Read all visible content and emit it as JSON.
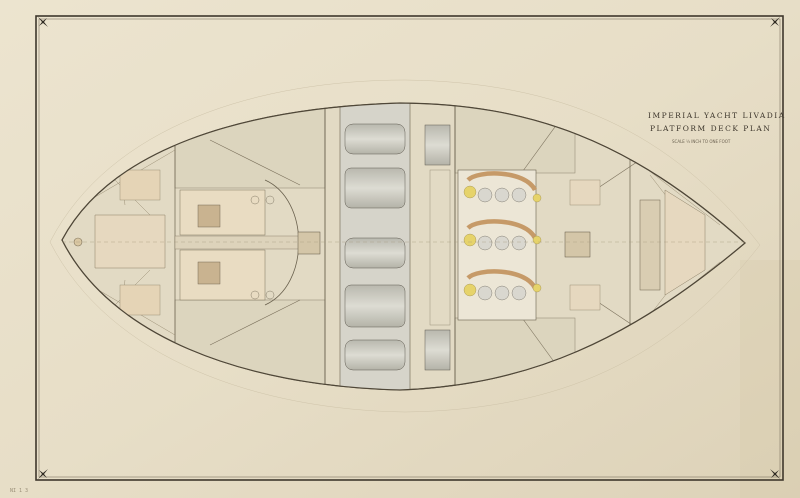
{
  "drawing": {
    "title_line1": "IMPERIAL YACHT LIVADIA",
    "title_line2": "PLATFORM DECK PLAN",
    "scale_note": "SCALE ¼ INCH TO ONE FOOT",
    "sheet_code": "NI 1 3"
  },
  "colors": {
    "paper": "#e8dfc9",
    "ink": "#5a5140",
    "hull_wash": "#e4ddc8",
    "boiler_grey": "#c9c8bf",
    "brass": "#d9b07a",
    "lamp_yellow": "#e6d36a"
  },
  "icons": [
    "corner-ornament-icon"
  ]
}
